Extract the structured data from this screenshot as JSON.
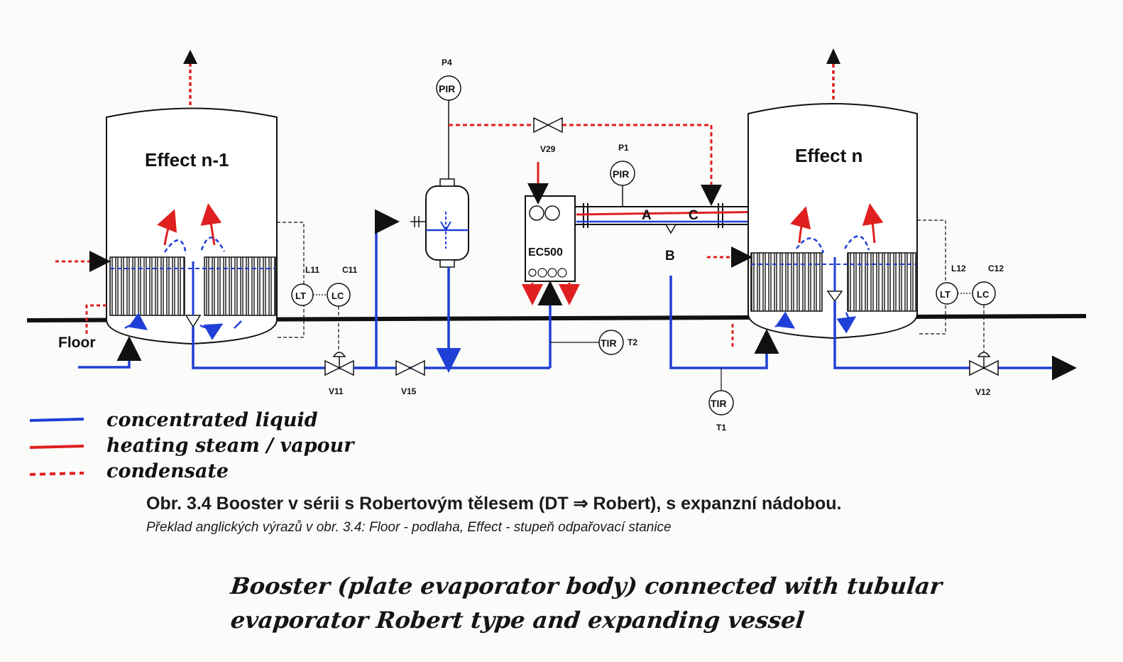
{
  "vessels": {
    "left": "Effect n-1",
    "right": "Effect n",
    "floor": "Floor",
    "booster": "EC500"
  },
  "instruments": {
    "p4_tag": "P4",
    "p4_type": "PIR",
    "p1_tag": "P1",
    "p1_type": "PIR",
    "l11": "L11",
    "c11": "C11",
    "l12": "L12",
    "c12": "C12",
    "lt": "LT",
    "lc": "LC",
    "t2": "T2",
    "t1": "T1",
    "tir": "TIR"
  },
  "valves": {
    "v29": "V29",
    "v11": "V11",
    "v15": "V15",
    "v12": "V12"
  },
  "points": {
    "a": "A",
    "b": "B",
    "c": "C"
  },
  "legend": [
    {
      "label": "concentrated liquid",
      "color": "#1f3fd6",
      "style": "solid"
    },
    {
      "label": "heating steam / vapour",
      "color": "#e02020",
      "style": "solid"
    },
    {
      "label": "condensate",
      "color": "#e02020",
      "style": "dashed"
    }
  ],
  "caption": {
    "title": "Obr. 3.4 Booster v sérii s Robertovým tělesem (DT ⇒ Robert), s expanzní nádobou.",
    "subtitle": "Překlad anglických výrazů v obr. 3.4: Floor - podlaha, Effect - stupeň odpařovací stanice"
  },
  "note": {
    "line1": "Booster (plate evaporator body) connected with tubular",
    "line2": "evaporator Robert type and expanding vessel"
  }
}
